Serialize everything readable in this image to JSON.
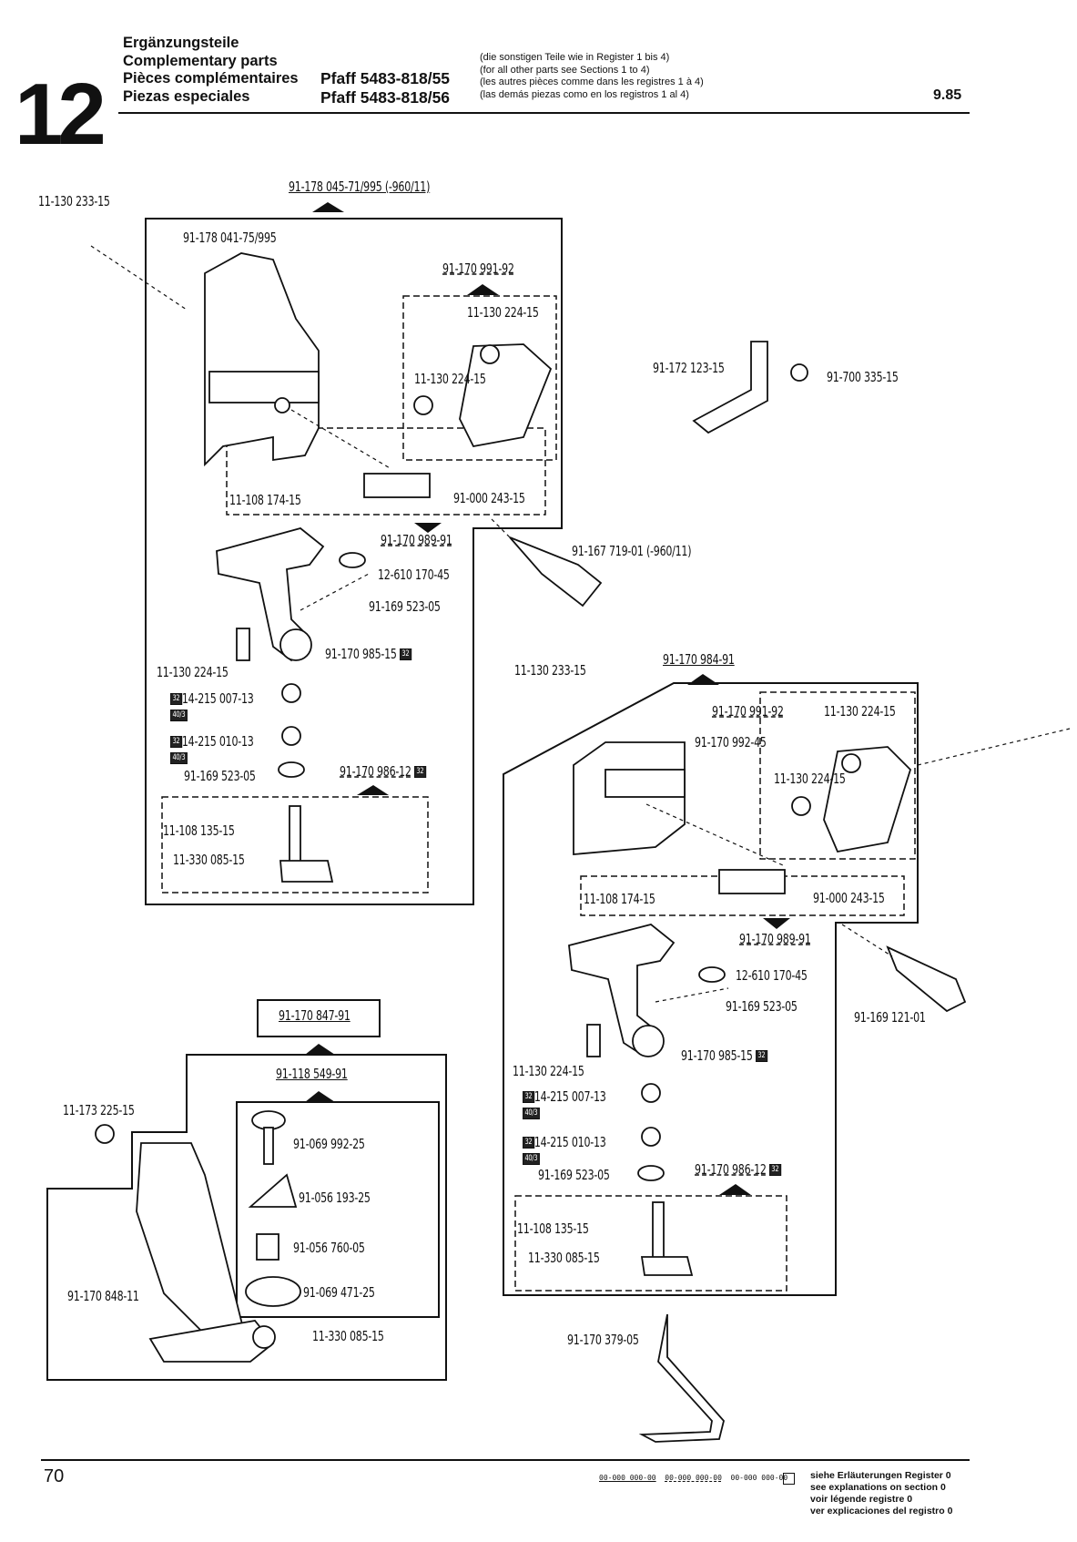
{
  "header": {
    "section": "12",
    "titles": [
      "Ergänzungsteile",
      "Complementary parts",
      "Pièces complémentaires",
      "Piezas especiales"
    ],
    "models": [
      "Pfaff 5483-818/55",
      "Pfaff 5483-818/56"
    ],
    "notes": [
      "(die sonstigen Teile wie in Register 1 bis 4)",
      "(for all other parts see Sections 1 to 4)",
      "(les autres pièces comme dans les registres 1 à 4)",
      "(las demás piezas como en los registros 1 al 4)"
    ],
    "date": "9.85"
  },
  "labels": {
    "top_screw": "11-130 233-15",
    "top_group": "91-178 045-71/995 (-960/11)",
    "a_head": "91-178 041-75/995",
    "a_sub": "91-170 991-92",
    "a_screw1": "11-130 224-15",
    "a_screw2": "11-130 224-15",
    "a_bolt": "11-108 174-15",
    "a_ring": "91-000 243-15",
    "a_assembly": "91-170 989-91",
    "a_washer": "12-610 170-45",
    "a_washer2": "91-169 523-05",
    "a_bush": "91-170 985-15",
    "a_screw3": "11-130 224-15",
    "a_nut1": "14-215 007-13",
    "a_nut2": "14-215 010-13",
    "a_washer3": "91-169 523-05",
    "a_sub2": "91-170 986-12",
    "a_bolt2": "11-108 135-15",
    "a_screw4": "11-330 085-15",
    "bracket": "91-172 123-15",
    "bracket_screw": "91-700 335-15",
    "pin_top": "91-167 719-01 (-960/11)",
    "b_screw": "11-130 233-15",
    "b_group": "91-170 984-91",
    "b_sub": "91-170 991-92",
    "b_screw1": "11-130 224-15",
    "b_plate": "91-170 992-45",
    "b_screw2": "11-130 224-15",
    "b_bolt": "11-108 174-15",
    "b_ring": "91-000 243-15",
    "b_assembly": "91-170 989-91",
    "b_washer": "12-610 170-45",
    "b_washer2": "91-169 523-05",
    "b_pin": "91-169 121-01",
    "b_bush": "91-170 985-15",
    "b_screw3": "11-130 224-15",
    "b_nut1": "14-215 007-13",
    "b_nut2": "14-215 010-13",
    "b_washer3": "91-169 523-05",
    "b_sub2": "91-170 986-12",
    "b_bolt2": "11-108 135-15",
    "b_screw4": "11-330 085-15",
    "b_hook": "91-170 379-05",
    "c_group": "91-170 847-91",
    "c_sub": "91-118 549-91",
    "c_screw": "11-173 225-15",
    "c_bolt": "91-069 992-25",
    "c_cap": "91-056 193-25",
    "c_spring": "91-056 760-05",
    "c_knob": "91-069 471-25",
    "c_plate": "91-170 848-11",
    "c_screw2": "11-330 085-15",
    "badge32": "32",
    "badge40": "40/3"
  },
  "footer": {
    "page": "70",
    "legend_codes": [
      "00-000 000-00",
      "00-000 000-00",
      "00-000 000-00"
    ],
    "legend_text": [
      "siehe Erläuterungen Register 0",
      "see explanations on section 0",
      "voir légende registre 0",
      "ver explicaciones del registro 0"
    ]
  }
}
